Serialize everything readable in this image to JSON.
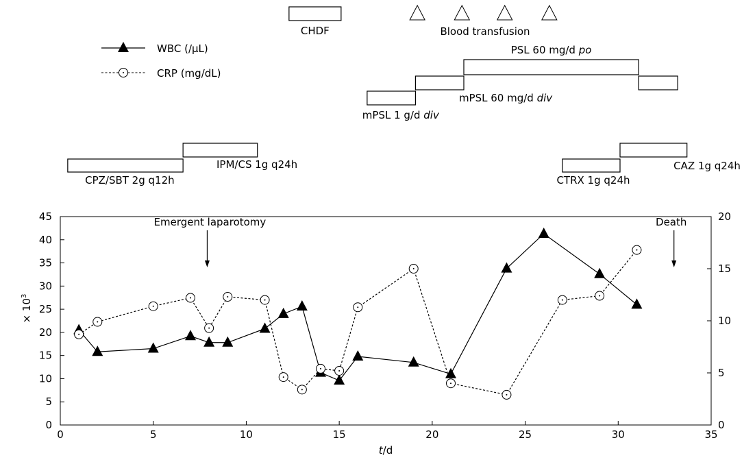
{
  "chart_data": {
    "type": "line",
    "xlabel_italic": "t",
    "xlabel_unit": "/d",
    "ylabel_left": "× 10",
    "ylabel_left_sup": "3",
    "xlim": [
      0,
      35
    ],
    "ylim_left": [
      0,
      45
    ],
    "ylim_right": [
      0,
      20
    ],
    "x_ticks": [
      "0",
      "5",
      "10",
      "15",
      "20",
      "25",
      "30",
      "35"
    ],
    "y_left_ticks": [
      "0",
      "5",
      "10",
      "15",
      "20",
      "25",
      "30",
      "35",
      "40",
      "45"
    ],
    "y_right_ticks": [
      "0",
      "5",
      "10",
      "15",
      "20"
    ],
    "series": [
      {
        "name": "WBC (/μL)",
        "axis": "left",
        "marker": "filled-triangle",
        "line": "solid",
        "points": [
          [
            1,
            20.5
          ],
          [
            2,
            15.8
          ],
          [
            5,
            16.5
          ],
          [
            7,
            19.2
          ],
          [
            8,
            17.8
          ],
          [
            9,
            17.8
          ],
          [
            11,
            20.8
          ],
          [
            12,
            24.0
          ],
          [
            13,
            25.6
          ],
          [
            14,
            11.3
          ],
          [
            15,
            9.6
          ],
          [
            16,
            14.8
          ],
          [
            19,
            13.5
          ],
          [
            21,
            11.0
          ],
          [
            24,
            33.8
          ],
          [
            26,
            41.3
          ],
          [
            29,
            32.6
          ],
          [
            31,
            26.0
          ]
        ]
      },
      {
        "name": "CRP (mg/dL)",
        "axis": "right",
        "marker": "open-circle",
        "line": "dashed",
        "points": [
          [
            1,
            8.7
          ],
          [
            2,
            9.9
          ],
          [
            5,
            11.4
          ],
          [
            7,
            12.2
          ],
          [
            8,
            9.3
          ],
          [
            9,
            12.3
          ],
          [
            11,
            12.0
          ],
          [
            12,
            4.6
          ],
          [
            13,
            3.4
          ],
          [
            14,
            5.4
          ],
          [
            15,
            5.2
          ],
          [
            16,
            11.3
          ],
          [
            19,
            15.0
          ],
          [
            21,
            4.0
          ],
          [
            24,
            2.9
          ],
          [
            27,
            12.0
          ],
          [
            29,
            12.4
          ],
          [
            31,
            16.8
          ]
        ]
      }
    ],
    "annotations": [
      {
        "text": "Emergent laparotomy",
        "x": 7.9
      },
      {
        "text": "Death",
        "x": 33.0
      }
    ],
    "timeline": {
      "bars": [
        {
          "text": "CHDF",
          "start": 12.3,
          "end": 15.1,
          "row": 1
        },
        {
          "text": "mPSL 1 g/d ",
          "italic": "div",
          "start": 16.5,
          "end": 19.1,
          "row": 4
        },
        {
          "text": "mPSL 60 mg/d ",
          "italic": "div",
          "start": 19.1,
          "end": 21.7,
          "row": 3
        },
        {
          "text": "PSL 60 mg/d ",
          "italic": "po",
          "start": 21.7,
          "end": 31.1,
          "row": 2
        },
        {
          "text": "",
          "start": 31.1,
          "end": 33.2,
          "row": 3
        },
        {
          "text": "CPZ/SBT 2g q12h",
          "start": 0.4,
          "end": 6.6,
          "row": 6
        },
        {
          "text": "IPM/CS 1g q24h",
          "start": 6.6,
          "end": 10.6,
          "row": 5
        },
        {
          "text": "CTRX 1g q24h",
          "start": 27.0,
          "end": 30.1,
          "row": 6
        },
        {
          "text": "CAZ 1g q24h",
          "start": 30.1,
          "end": 33.7,
          "row": 5
        }
      ],
      "transfusion_label": "Blood transfusion",
      "transfusion_days": [
        19.2,
        21.6,
        23.9,
        26.3
      ]
    },
    "legend_position": "top-left"
  }
}
